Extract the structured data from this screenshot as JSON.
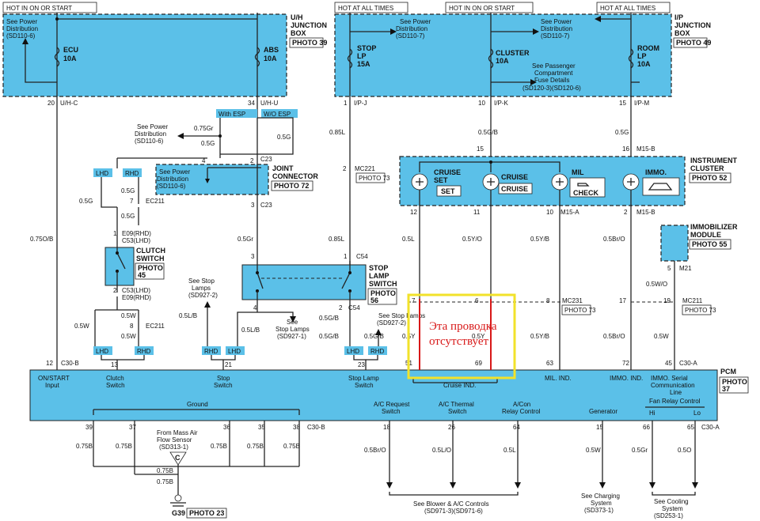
{
  "labels": {
    "hot_run_start_1": "HOT IN ON OR START",
    "hot_all_times_1": "HOT AT ALL TIMES",
    "hot_run_start_2": "HOT IN ON OR START",
    "hot_all_times_2": "HOT AT ALL TIMES"
  },
  "boxes": {
    "uh_junction": [
      "U/H",
      "JUNCTION",
      "BOX"
    ],
    "uh_photo": "PHOTO 39",
    "ip_junction": [
      "I/P",
      "JUNCTION",
      "BOX"
    ],
    "ip_photo": "PHOTO 49",
    "instrument_cluster": [
      "INSTRUMENT",
      "CLUSTER"
    ],
    "instrument_photo": "PHOTO 52",
    "immobilizer": [
      "IMMOBILIZER",
      "MODULE"
    ],
    "immobilizer_photo": "PHOTO 55",
    "joint_connector": [
      "JOINT",
      "CONNECTOR"
    ],
    "joint_photo": "PHOTO 72",
    "clutch_switch": [
      "CLUTCH",
      "SWITCH"
    ],
    "clutch_photo": "PHOTO 45",
    "stop_lamp_switch": [
      "STOP",
      "LAMP",
      "SWITCH"
    ],
    "stop_lamp_photo": "PHOTO 56",
    "pcm": "PCM",
    "pcm_photo": "PHOTO 37"
  },
  "fuses": {
    "ecu": [
      "ECU",
      "10A"
    ],
    "abs": [
      "ABS",
      "10A"
    ],
    "stop_lp": [
      "STOP",
      "LP",
      "15A"
    ],
    "cluster": [
      "CLUSTER",
      "10A"
    ],
    "room_lp": [
      "ROOM",
      "LP",
      "10A"
    ]
  },
  "refs": {
    "see_power_1": [
      "See Power",
      "Distribution",
      "(SD110-6)"
    ],
    "see_power_2": [
      "See Power",
      "Distribution",
      "(SD110-7)"
    ],
    "see_power_3": [
      "See Power",
      "Distribution",
      "(SD110-7)"
    ],
    "see_passenger": [
      "See Passenger",
      "Compartment",
      "Fuse Details",
      "(SD120-3)(SD120-6)"
    ],
    "see_power_4": [
      "See Power",
      "Distribution",
      "(SD110-6)"
    ],
    "see_power_5": [
      "See Power",
      "Distribution",
      "(SD110-6)"
    ],
    "see_stop_lamps_1": [
      "See Stop",
      "Lamps",
      "(SD927-2)"
    ],
    "see_stop_lamps_2": [
      "See",
      "Stop Lamps",
      "(SD927-1)"
    ],
    "see_stop_lamps_3": [
      "See Stop Lamps",
      "(SD927-2)"
    ],
    "mass_air": [
      "From Mass Air",
      "Flow Sensor",
      "(SD313-1)"
    ],
    "see_blower": [
      "See Blower & A/C Controls",
      "(SD971-3)(SD971-6)"
    ],
    "see_charging": [
      "See Charging",
      "System",
      "(SD373-1)"
    ],
    "see_cooling": [
      "See Cooling",
      "System",
      "(SD253-1)"
    ]
  },
  "cluster_items": {
    "cruise_set": [
      "CRUISE",
      "SET"
    ],
    "cruise_set_btn": "SET",
    "cruise": "CRUISE",
    "cruise_btn": "CRUISE",
    "mil": "MIL",
    "mil_btn": "CHECK",
    "immo": "IMMO."
  },
  "pins": {
    "uhc": "U/H-C",
    "uhu": "U/H-U",
    "ipj": "I/P-J",
    "ipk": "I/P-K",
    "ipm": "I/P-M",
    "c23": "C23",
    "c54": "C54",
    "m15b": "M15-B",
    "m15a": "M15-A",
    "m21": "M21",
    "ec211": "EC211",
    "e09rhd": "E09(RHD)",
    "c53lhd": "C53(LHD)",
    "c53lhd2": "C53(LHD)",
    "e09rhd2": "E09(RHD)",
    "c30b": "C30-B",
    "c30a": "C30-A",
    "mc221": "MC221",
    "mc231": "MC231",
    "mc211": "MC211",
    "photo73a": "PHOTO 73",
    "photo73b": "PHOTO 73",
    "photo73c": "PHOTO 73",
    "n20": "20",
    "n34": "34",
    "n1": "1",
    "n10": "10",
    "n15": "15",
    "n4": "4",
    "n3": "3",
    "n2": "2",
    "n7": "7",
    "n5": "5",
    "n12": "12",
    "n11": "11",
    "n16": "16",
    "n8": "8",
    "n6": "6",
    "n17": "17",
    "n19": "19",
    "n13": "13",
    "n21": "21",
    "n23": "23",
    "n51": "51",
    "n69": "69",
    "n63": "63",
    "n72": "72",
    "n45": "45",
    "n39": "39",
    "n37": "37",
    "n36": "36",
    "n35": "35",
    "n38": "38",
    "n18": "18",
    "n26": "26",
    "n64": "64",
    "n15b": "15",
    "n66": "66",
    "n65": "65",
    "n1b": "1",
    "n2b": "2",
    "n3b": "3",
    "n4b": "4",
    "n2c": "2",
    "n2d": "2",
    "n7b": "7",
    "n12b": "12",
    "n1c": "1",
    "n2e": "2",
    "n5b": "5"
  },
  "tags": {
    "with_esp": "With ESP",
    "wo_esp": "W/O ESP",
    "lhd1": "LHD",
    "rhd1": "RHD",
    "lhd2": "LHD",
    "rhd2": "RHD",
    "rhd3": "RHD",
    "lhd3": "LHD",
    "lhd4": "LHD",
    "rhd4": "RHD"
  },
  "wires": {
    "w075ob": "0.75O/B",
    "w075gr": "0.75Gr",
    "w05g1": "0.5G",
    "w05g2": "0.5G",
    "w05g3": "0.5G",
    "w05g4": "0.5G",
    "w05g5": "0.5G",
    "w085l1": "0.85L",
    "w085l2": "0.85L",
    "w05gb1": "0.5G/B",
    "w05g6": "0.5G",
    "w05gr": "0.5Gr",
    "w05l": "0.5L",
    "w05yo": "0.5Y/O",
    "w05yb": "0.5Y/B",
    "w05bro": "0.5Br/O",
    "w05wo": "0.5W/O",
    "w05w1": "0.5W",
    "w05w2": "0.5W",
    "w05w3": "0.5W",
    "w05lb1": "0.5L/B",
    "w05lb2": "0.5L/B",
    "w05gb2": "0.5G/B",
    "w05gb3": "0.5G/B",
    "w05l2": "0.5L",
    "w05y": "0.5Y",
    "w05yb2": "0.5Y/B",
    "w05bro2": "0.5Br/O",
    "w05w4": "0.5W",
    "w05gb4": "0.5G/B",
    "w05yi": "0.5Y",
    "w075b1": "0.75B",
    "w075b2": "0.75B",
    "w075b3": "0.75B",
    "w075b4": "0.75B",
    "w075b5": "0.75B",
    "w075b6": "0.75B",
    "w075b7": "0.75B",
    "w05bro3": "0.5Br/O",
    "w05lo": "0.5L/O",
    "w05l3": "0.5L",
    "w05w5": "0.5W",
    "w05gr2": "0.5Gr",
    "w05o": "0.5O"
  },
  "pcm_labels": {
    "on_start": [
      "ON/START",
      "Input"
    ],
    "clutch": [
      "Clutch",
      "Switch"
    ],
    "stop": [
      "Stop",
      "Switch"
    ],
    "stop_lamp": [
      "Stop Lamp",
      "Switch"
    ],
    "cruise_ind": "Cruise IND.",
    "mil_ind": "MIL. IND.",
    "immo_ind": "IMMO. IND.",
    "immo_serial": [
      "IMMO. Serial",
      "Communication",
      "Line"
    ],
    "fan_relay": "Fan Relay Control",
    "hi": "Hi",
    "lo": "Lo",
    "ground": "Ground",
    "ac_request": [
      "A/C Request",
      "Switch"
    ],
    "ac_thermal": [
      "A/C Thermal",
      "Switch"
    ],
    "ac_con": [
      "A/Con",
      "Relay Control"
    ],
    "generator": "Generator"
  },
  "ground": {
    "g39": "G39",
    "photo": "PHOTO 23",
    "c": "C"
  },
  "annotation": {
    "line1": "Эта проводка",
    "line2": "отсутствует",
    "color": "#f2e22a"
  }
}
